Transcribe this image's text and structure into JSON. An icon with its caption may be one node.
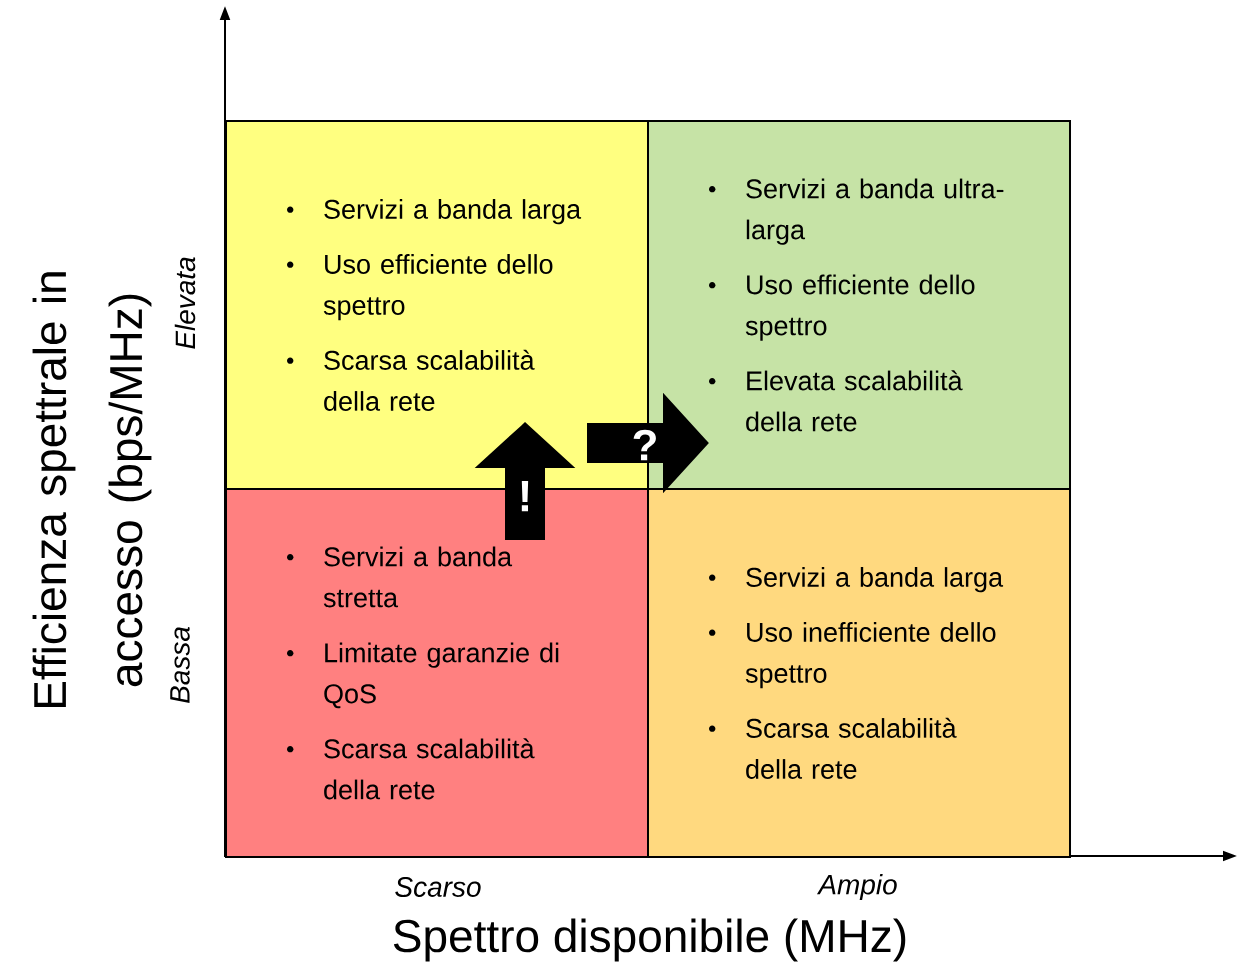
{
  "diagram": {
    "nodes": [
      {
        "text": [
          "Servizi a banda larga",
          "Uso efficiente dello spettro",
          "Scarsa scalabilità della rete"
        ]
      },
      {
        "text": [
          "Servizi a banda ultra-larga",
          "Uso efficiente dello spettro",
          "Elevata scalabilità della rete"
        ]
      },
      {
        "text": [
          "Servizi a banda stretta",
          "Limitate garanzie di QoS",
          "Scarsa scalabilità della rete"
        ]
      },
      {
        "text": [
          "Servizi a banda larga",
          "Uso inefficiente dello spettro",
          "Scarsa scalabilità della rete"
        ]
      }
    ],
    "edges": [
      {
        "from": 2,
        "to": 0,
        "arrow": "to",
        "label": "!"
      },
      {
        "from": 0,
        "to": 1,
        "arrow": "to",
        "label": "?"
      }
    ],
    "labels": [
      "Efficienza spettrale in accesso (bps/MHz)",
      "Elevata",
      "Bassa",
      "Scarso",
      "Ampio",
      "Spettro disponibile (MHz)"
    ]
  }
}
